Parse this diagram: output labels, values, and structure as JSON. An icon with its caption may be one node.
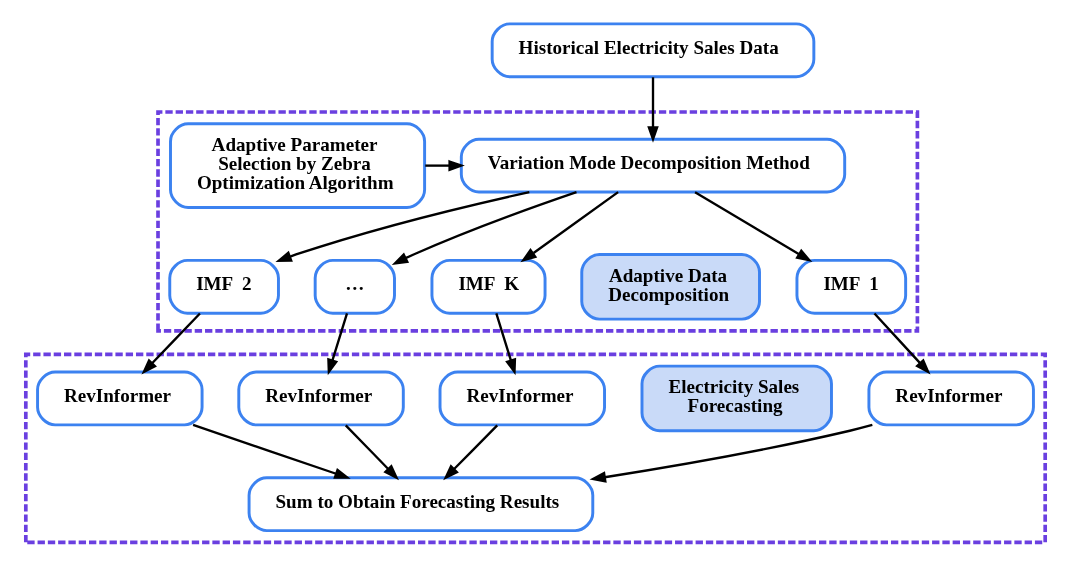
{
  "diagram": {
    "nodes": [
      {
        "text": [
          "Historical Electricity Sales Data"
        ]
      },
      {
        "text": [],
        "shape": "box"
      },
      {
        "text": [
          "Adaptive Data Decomposition"
        ],
        "in": 1
      },
      {
        "text": [
          "Variation Mode Decomposition Method"
        ],
        "in": 1
      },
      {
        "text": [
          "Adaptive Parameter Selection by Zebra Optimization Algorithm"
        ],
        "in": 1
      },
      {
        "text": [
          "IMF  1"
        ],
        "in": 1
      },
      {
        "text": [
          "IMF  2"
        ],
        "in": 1
      },
      {
        "text": [
          "…"
        ],
        "in": 1
      },
      {
        "text": [
          "IMF  K"
        ],
        "in": 1
      },
      {
        "text": [],
        "shape": "box"
      },
      {
        "text": [
          "Electricity Sales Forecasting"
        ],
        "in": 9
      },
      {
        "text": [
          "RevInformer"
        ],
        "in": 9
      },
      {
        "text": [
          "RevInformer"
        ],
        "in": 9
      },
      {
        "text": [
          "RevInformer"
        ],
        "in": 9
      },
      {
        "text": [
          "RevInformer"
        ],
        "in": 9
      },
      {
        "text": [
          "Sum to Obtain Forecasting Results"
        ],
        "in": 9
      }
    ],
    "edges": [
      {
        "from": 0,
        "to": 3,
        "arrow": "to"
      },
      {
        "from": 4,
        "to": 3,
        "arrow": "to"
      },
      {
        "from": 3,
        "to": 5,
        "arrow": "to"
      },
      {
        "from": 3,
        "to": 6,
        "arrow": "to"
      },
      {
        "from": 3,
        "to": 7,
        "arrow": "to"
      },
      {
        "from": 3,
        "to": 8,
        "arrow": "to"
      },
      {
        "from": 5,
        "to": 11,
        "arrow": "to"
      },
      {
        "from": 6,
        "to": 12,
        "arrow": "to"
      },
      {
        "from": 7,
        "to": 13,
        "arrow": "to"
      },
      {
        "from": 8,
        "to": 14,
        "arrow": "to"
      },
      {
        "from": 11,
        "to": 15,
        "arrow": "to"
      },
      {
        "from": 12,
        "to": 15,
        "arrow": "to"
      },
      {
        "from": 13,
        "to": 15,
        "arrow": "to"
      },
      {
        "from": 14,
        "to": 15,
        "arrow": "to"
      }
    ]
  }
}
